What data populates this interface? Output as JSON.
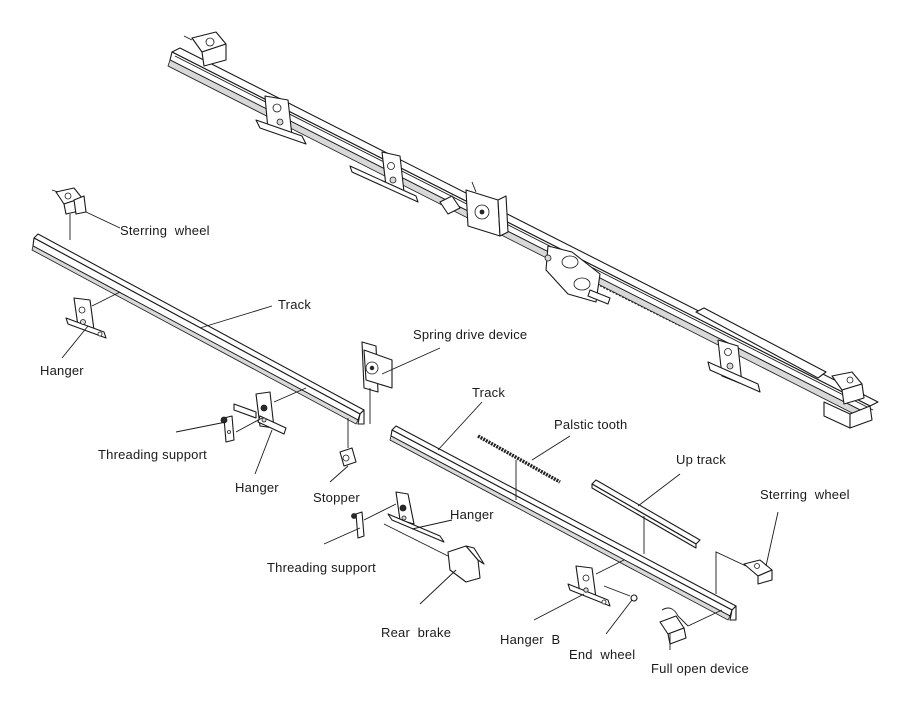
{
  "diagram": {
    "type": "exploded assembly drawing",
    "subject": "sliding door track mechanism",
    "assembled_view": {
      "description": "fully assembled track unit shown top-right"
    },
    "labels": [
      {
        "id": "sterring-wheel-left",
        "text": "Sterring  wheel"
      },
      {
        "id": "track-left",
        "text": "Track"
      },
      {
        "id": "hanger-left",
        "text": "Hanger"
      },
      {
        "id": "spring-drive-device",
        "text": "Spring drive device"
      },
      {
        "id": "threading-support-left",
        "text": "Threading support"
      },
      {
        "id": "hanger-middle",
        "text": "Hanger"
      },
      {
        "id": "stopper",
        "text": "Stopper"
      },
      {
        "id": "track-right",
        "text": "Track"
      },
      {
        "id": "palstic-tooth",
        "text": "Palstic tooth"
      },
      {
        "id": "up-track",
        "text": "Up track"
      },
      {
        "id": "sterring-wheel-right",
        "text": "Sterring  wheel"
      },
      {
        "id": "hanger-lower",
        "text": "Hanger"
      },
      {
        "id": "threading-support-lower",
        "text": "Threading support"
      },
      {
        "id": "rear-brake",
        "text": "Rear  brake"
      },
      {
        "id": "hanger-b",
        "text": "Hanger  B"
      },
      {
        "id": "end-wheel",
        "text": "End  wheel"
      },
      {
        "id": "full-open-device",
        "text": "Full open device"
      }
    ]
  }
}
